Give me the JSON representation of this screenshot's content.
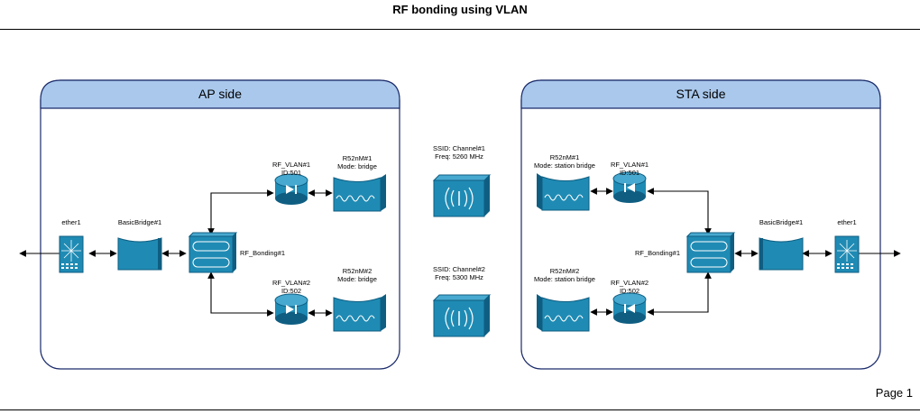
{
  "title": "RF bonding using VLAN",
  "footer": "Page 1",
  "colors": {
    "device_fill": "#1f8bb4",
    "device_dark": "#0f5e82",
    "header_fill": "#a9c8ec",
    "border": "#1a2a6a"
  },
  "ap": {
    "title": "AP side",
    "ether": "ether1",
    "bridge": "BasicBridge#1",
    "bonding": "RF_Bonding#1",
    "vlan1": [
      "RF_VLAN#1",
      "ID:501"
    ],
    "vlan2": [
      "RF_VLAN#2",
      "ID:502"
    ],
    "radio1": [
      "R52nM#1",
      "Mode: bridge"
    ],
    "radio2": [
      "R52nM#2",
      "Mode: bridge"
    ]
  },
  "link": {
    "ch1": [
      "SSID: Channel#1",
      "Freq: 5260 MHz"
    ],
    "ch2": [
      "SSID: Channel#2",
      "Freq: 5300 MHz"
    ]
  },
  "sta": {
    "title": "STA side",
    "ether": "ether1",
    "bridge": "BasicBridge#1",
    "bonding": "RF_Bonding#1",
    "vlan1": [
      "RF_VLAN#1",
      "ID:501"
    ],
    "vlan2": [
      "RF_VLAN#2",
      "ID:502"
    ],
    "radio1": [
      "R52nM#1",
      "Mode: station bridge"
    ],
    "radio2": [
      "R52nM#2",
      "Mode: station bridge"
    ]
  }
}
